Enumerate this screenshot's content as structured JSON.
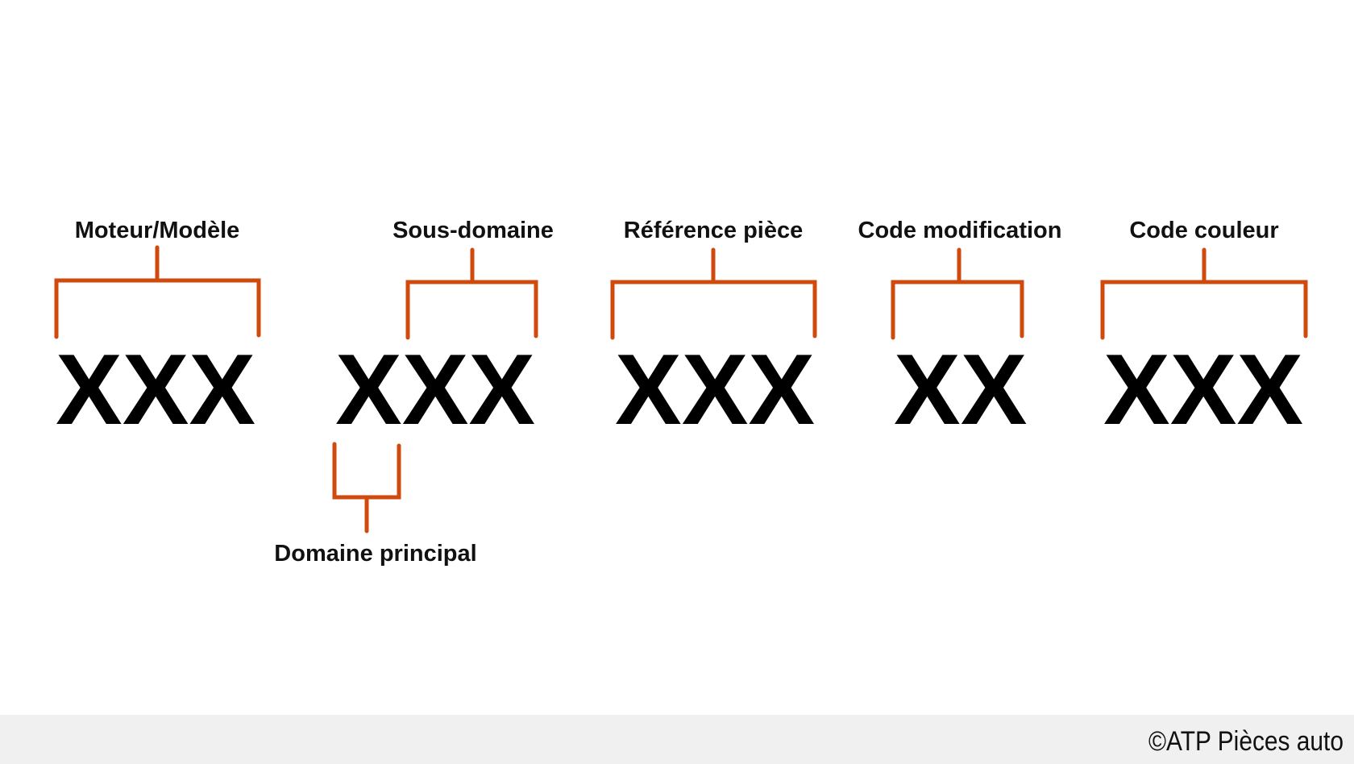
{
  "colors": {
    "bracket": "#cf4a0c",
    "text": "#000000",
    "footer_bg": "#f0f0f0"
  },
  "segments": [
    {
      "label": "Moteur/Modèle",
      "code": "XXX"
    },
    {
      "label": "Sous-domaine",
      "code": "XXX"
    },
    {
      "label": "Domaine principal"
    },
    {
      "label": "Référence pièce",
      "code": "XXX"
    },
    {
      "label": "Code modification",
      "code": "XX"
    },
    {
      "label": "Code couleur",
      "code": "XXX"
    }
  ],
  "footer": {
    "copyright": "©ATP Pièces auto"
  }
}
